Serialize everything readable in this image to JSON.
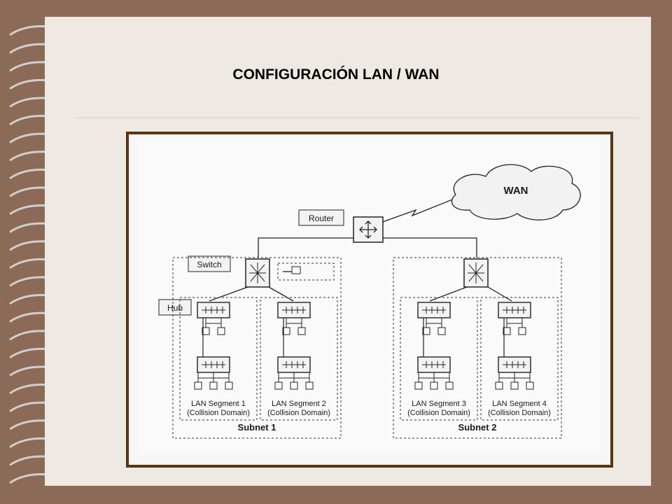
{
  "title": "CONFIGURACIÓN LAN / WAN",
  "diagram": {
    "wan_label": "WAN",
    "router_label": "Router",
    "switch_label": "Switch",
    "hub_label": "Hub",
    "segments": [
      {
        "name": "LAN Segment 1",
        "domain": "(Collision Domain)"
      },
      {
        "name": "LAN Segment 2",
        "domain": "(Collision Domain)"
      },
      {
        "name": "LAN Segment 3",
        "domain": "(Collision Domain)"
      },
      {
        "name": "LAN Segment 4",
        "domain": "(Collision Domain)"
      }
    ],
    "subnets": [
      "Subnet 1",
      "Subnet 2"
    ]
  }
}
